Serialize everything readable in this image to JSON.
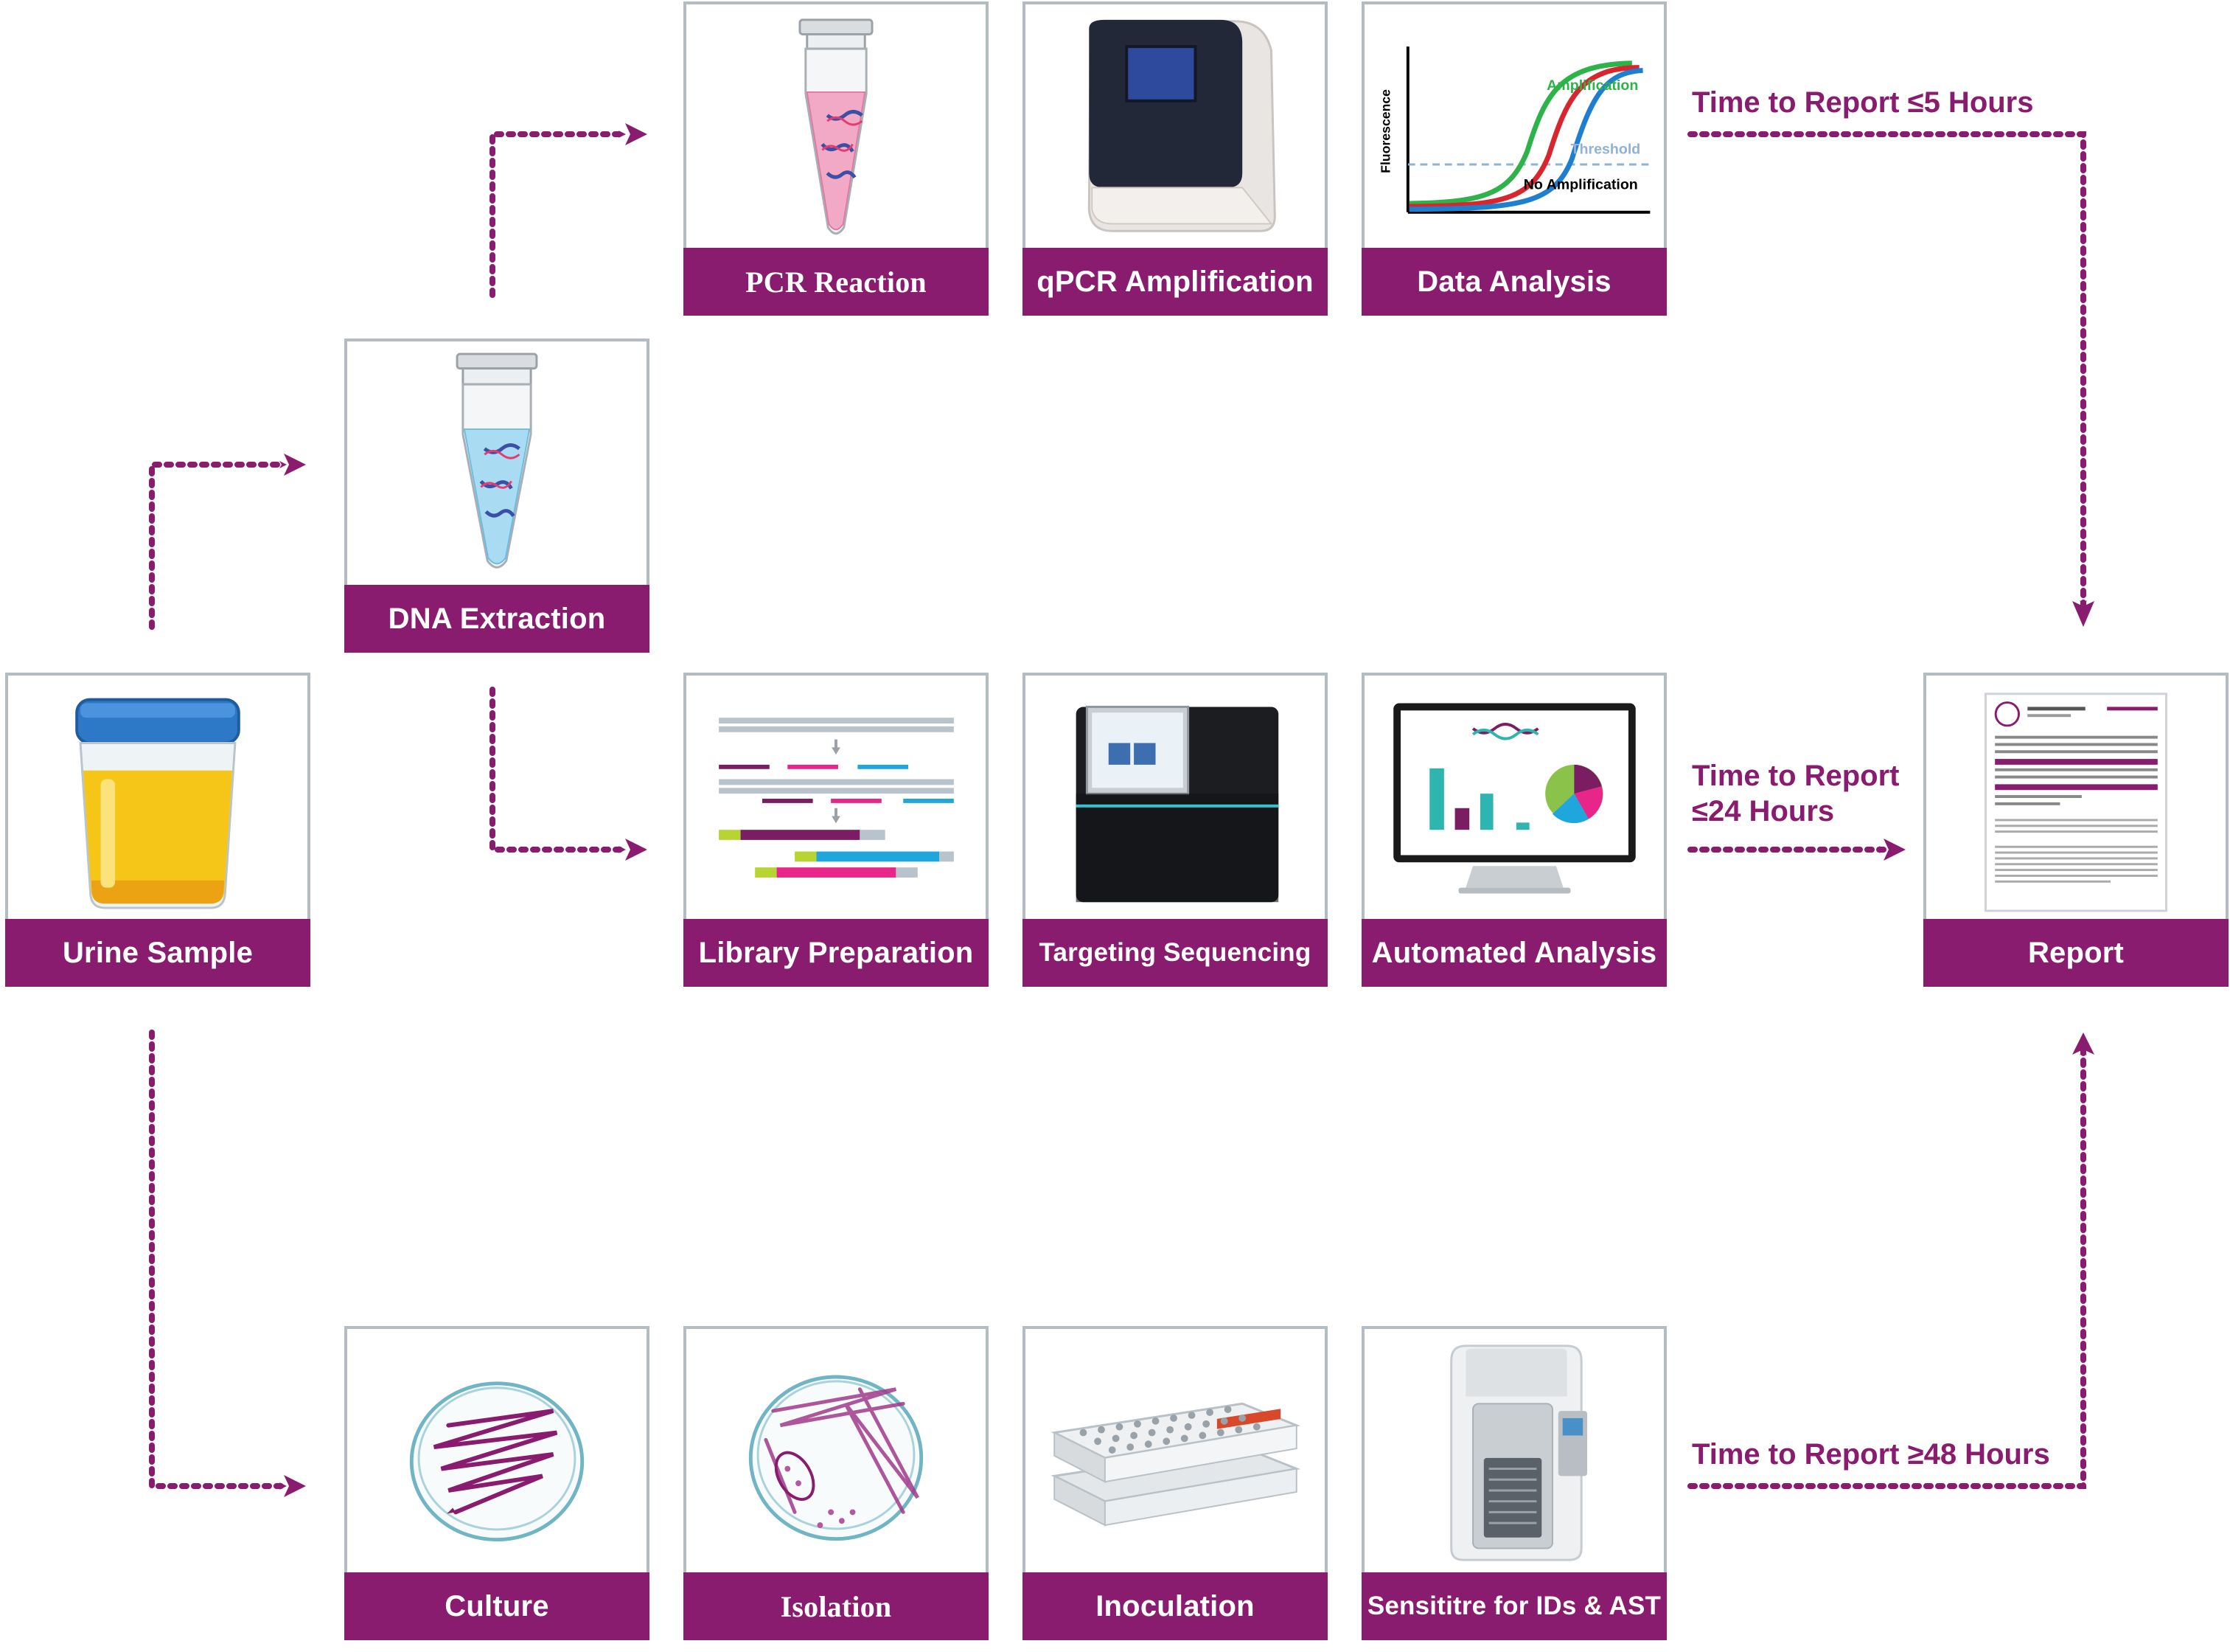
{
  "nodes": {
    "pcr": "PCR Reaction",
    "qpcr": "qPCR Amplification",
    "data_analysis": "Data Analysis",
    "dna_extraction": "DNA Extraction",
    "urine_sample": "Urine Sample",
    "library_prep": "Library Preparation",
    "targeting_seq": "Targeting Sequencing",
    "automated_analysis": "Automated Analysis",
    "report": "Report",
    "culture": "Culture",
    "isolation": "Isolation",
    "inoculation": "Inoculation",
    "sensititre": "Sensititre for IDs & AST"
  },
  "qpcr_chart": {
    "ylabel": "Fluorescence",
    "amplification": "Amplification",
    "threshold": "Threshold",
    "no_amplification": "No Amplification"
  },
  "time_to_report": {
    "pcr": "Time to Report ≤5 Hours",
    "ngs_line1": "Time to Report",
    "ngs_line2": "≤24 Hours",
    "culture": "Time to Report ≥48 Hours"
  },
  "colors": {
    "accent": "#8a1c6f",
    "frame": "#b4bcc3",
    "curve_green": "#2db34a",
    "curve_red": "#d7262e",
    "curve_blue": "#1e7fd1"
  }
}
